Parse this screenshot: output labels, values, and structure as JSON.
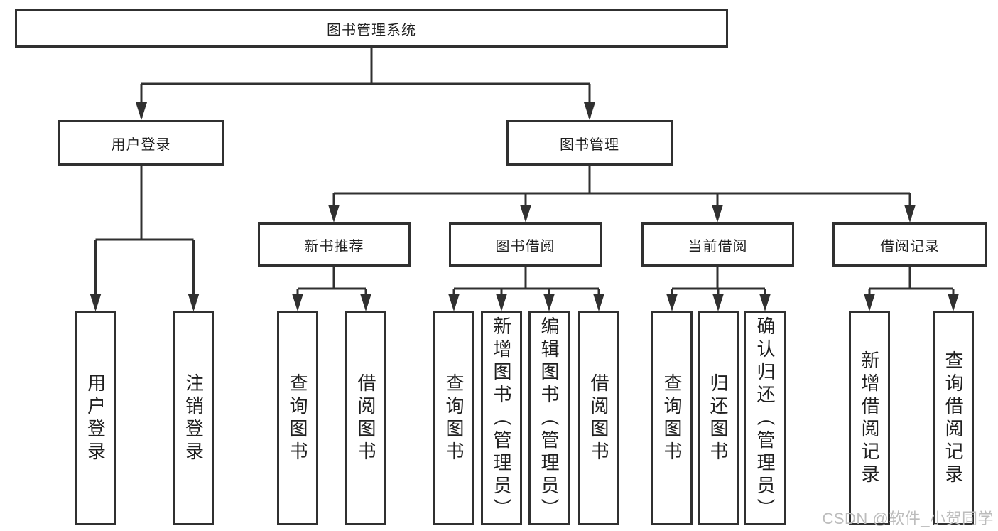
{
  "diagram": {
    "nodes": {
      "root": {
        "label": "图书管理系统"
      },
      "user_login_group": {
        "label": "用户登录"
      },
      "book_management": {
        "label": "图书管理"
      },
      "user_login": {
        "label": "用户登录"
      },
      "logout": {
        "label": "注销登录"
      },
      "new_book_recommend": {
        "label": "新书推荐"
      },
      "book_borrow": {
        "label": "图书借阅"
      },
      "current_borrow": {
        "label": "当前借阅"
      },
      "borrow_records": {
        "label": "借阅记录"
      },
      "nb_query_books": {
        "label": "查询图书"
      },
      "nb_borrow_books": {
        "label": "借阅图书"
      },
      "bb_query_books": {
        "label": "查询图书"
      },
      "bb_add_books": {
        "label": "新增图书（管理员）"
      },
      "bb_edit_books": {
        "label": "编辑图书（管理员）"
      },
      "bb_borrow_books": {
        "label": "借阅图书"
      },
      "cb_query_books": {
        "label": "查询图书"
      },
      "cb_return_books": {
        "label": "归还图书"
      },
      "cb_confirm_return": {
        "label": "确认归还（管理员）"
      },
      "br_add_record": {
        "label": "新增借阅记录"
      },
      "br_query_record": {
        "label": "查询借阅记录"
      }
    },
    "colors": {
      "line": "#303030",
      "text": "#1f1f1f",
      "box_background": "#ffffff"
    }
  },
  "watermark": {
    "text": "CSDN @软件_小贺同学",
    "color": "#bcbcbc"
  }
}
